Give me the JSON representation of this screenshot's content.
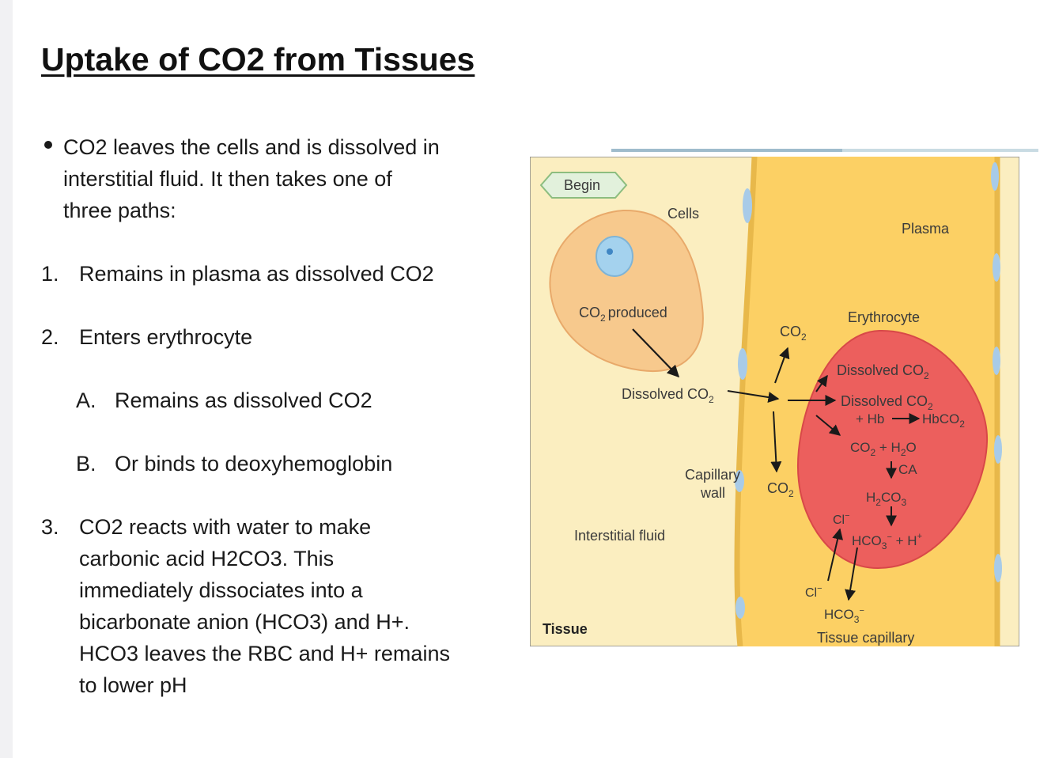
{
  "slide": {
    "title": "Uptake of CO2 from Tissues",
    "intro": [
      "CO2 leaves the cells and is dissolved in",
      "interstitial fluid. It then takes one of",
      "three paths:"
    ],
    "items": [
      {
        "num": "1.",
        "lines": [
          "Remains in plasma as dissolved CO2"
        ]
      },
      {
        "num": "2.",
        "lines": [
          "Enters erythrocyte"
        ]
      },
      {
        "num": "A.",
        "lines": [
          "Remains as dissolved CO2"
        ]
      },
      {
        "num": "B.",
        "lines": [
          "Or binds to deoxyhemoglobin"
        ]
      },
      {
        "num": "3.",
        "lines": [
          "CO2 reacts with water to make",
          "carbonic acid H2CO3. This",
          "immediately dissociates into a",
          "bicarbonate anion (HCO3) and H+.",
          "HCO3 leaves the RBC and H+ remains",
          "to lower pH"
        ]
      }
    ]
  },
  "diagram": {
    "begin": "Begin",
    "cells": "Cells",
    "plasma": "Plasma",
    "co2_produced": "CO",
    "co2_produced_tail": "produced",
    "erythrocyte": "Erythrocyte",
    "co2": "CO",
    "sub2": "2",
    "sub3": "3",
    "dissolved_co2": "Dissolved CO",
    "plus_hb": "+ Hb",
    "hbco": "HbCO",
    "co2_plus_h2o_a": "CO",
    "co2_plus_h2o_b": " + H",
    "co2_plus_h2o_c": "O",
    "ca": "CA",
    "h2co3_a": "H",
    "h2co3_b": "CO",
    "hco3_a": "HCO",
    "hco3_sup": "−",
    "plus_h": " + H",
    "h_sup": "+",
    "cl": "Cl",
    "cl_sup": "−",
    "capillary": "Capillary",
    "wall": "wall",
    "interstitial": "Interstitial fluid",
    "tissue": "Tissue",
    "tissue_capillary": "Tissue capillary"
  }
}
